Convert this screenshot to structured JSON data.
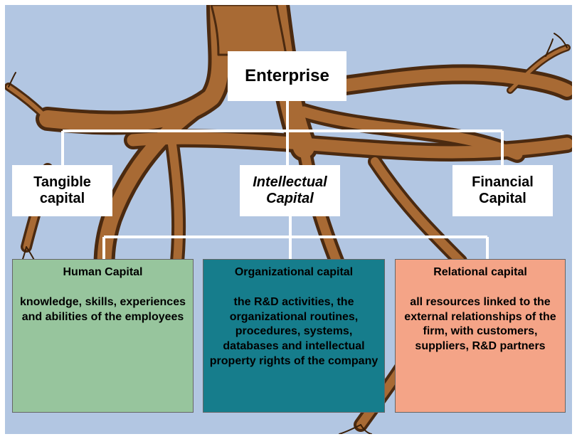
{
  "colors": {
    "background": "#b2c6e2",
    "root": "#a86a34",
    "root_dark": "#4b2a10",
    "connector": "#ffffff",
    "human_fill": "#97c59d",
    "organizational_fill": "#167d8c",
    "relational_fill": "#f4a487"
  },
  "illustration": "tree-roots",
  "enterprise": {
    "label": "Enterprise"
  },
  "level2": {
    "tangible": {
      "line1": "Tangible",
      "line2": "capital"
    },
    "intellectual": {
      "line1": "Intellectual",
      "line2": "Capital"
    },
    "financial": {
      "line1": "Financial",
      "line2": "Capital"
    }
  },
  "level3": {
    "human": {
      "title": "Human Capital",
      "desc": "knowledge, skills, experiences and abilities of the employees"
    },
    "organizational": {
      "title": "Organizational capital",
      "desc": "the R&D activities, the organizational routines, procedures, systems, databases and intellectual property rights of the company"
    },
    "relational": {
      "title": "Relational capital",
      "desc": "all resources linked to the external relationships of the firm, with customers, suppliers, R&D partners"
    }
  }
}
